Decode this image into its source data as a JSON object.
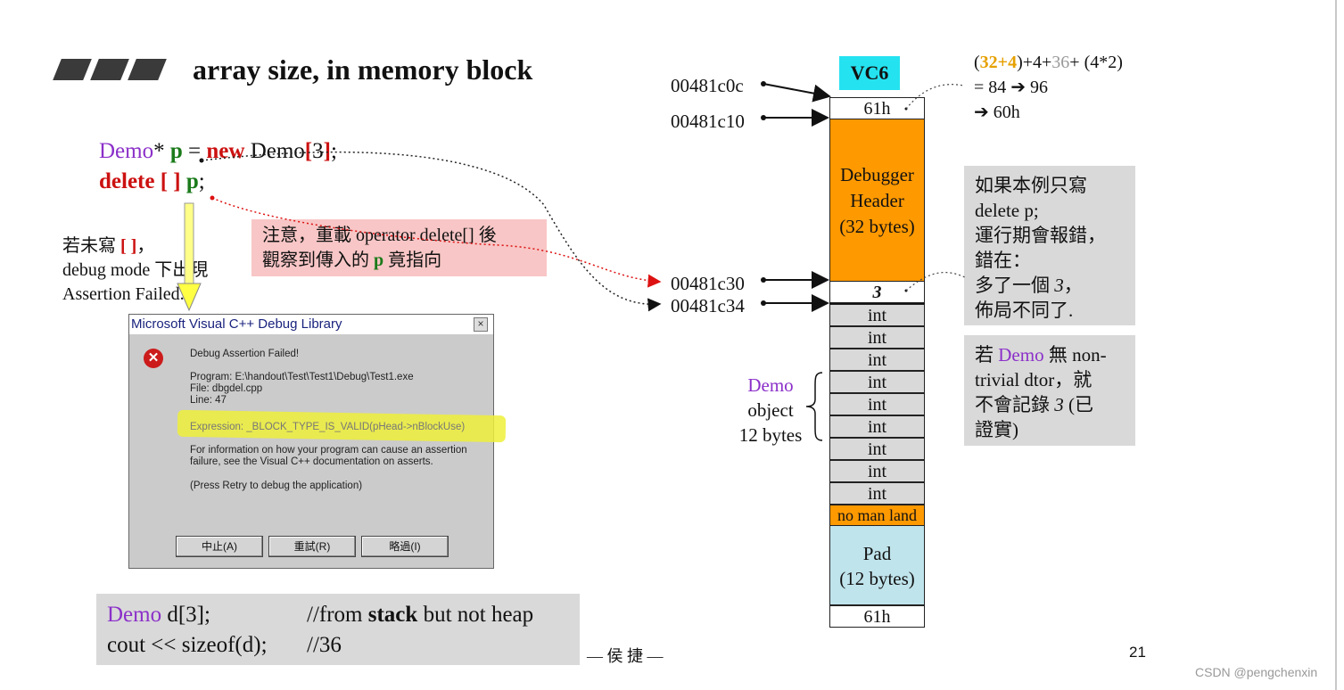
{
  "title": "array size, in memory block",
  "code": {
    "line1_type": "Demo",
    "line1_ptr": "* ",
    "line1_var": "p",
    "line1_eq": " = ",
    "line1_new": "new",
    "line1_cls": " Demo",
    "line1_lb": "[",
    "line1_num": "3",
    "line1_rb": "]",
    "line1_end": ";",
    "line2_del": "delete [ ]",
    "line2_var": " p",
    "line2_end": ";"
  },
  "note_left": {
    "l1_a": "若未寫 ",
    "l1_br": "[ ]",
    "l1_b": "，",
    "l2": "debug mode 下出現",
    "l3": "Assertion Failed."
  },
  "pink_note": {
    "l1": "注意，重載 operator delete[] 後",
    "l2_a": "觀察到傳入的 ",
    "l2_p": "p",
    "l2_b": " 竟指向"
  },
  "dialog": {
    "title": "Microsoft Visual C++ Debug Library",
    "close": "×",
    "icon": "error-icon",
    "heading": "Debug Assertion Failed!",
    "program": "Program: E:\\handout\\Test\\Test1\\Debug\\Test1.exe",
    "file": "File: dbgdel.cpp",
    "line": "Line: 47",
    "expression": "Expression: _BLOCK_TYPE_IS_VALID(pHead->nBlockUse)",
    "info1": "For information on how your program can cause an assertion",
    "info2": "failure, see the Visual C++ documentation on asserts.",
    "retry": "(Press Retry to debug the application)",
    "btn_abort": "中止(A)",
    "btn_retry": "重試(R)",
    "btn_ignore": "略過(I)"
  },
  "stack_box": {
    "l1_type": "Demo",
    "l1_rest": " d[3];",
    "l1_comment_a": "//from ",
    "l1_comment_b": "stack",
    "l1_comment_c": " but not heap",
    "l2": "cout << sizeof(d);",
    "l2_comment": "//36"
  },
  "footer": "— 侯 捷 —",
  "page_number": "21",
  "watermark": "CSDN @pengchenxin",
  "memory": {
    "compiler": "VC6",
    "addresses": [
      "00481c0c",
      "00481c10",
      "00481c30",
      "00481c34"
    ],
    "top_cookie": "61h",
    "debugger_header_l1": "Debugger",
    "debugger_header_l2": "Header",
    "debugger_header_l3": "(32 bytes)",
    "count_cell": "3",
    "int_cells": [
      "int",
      "int",
      "int",
      "int",
      "int",
      "int",
      "int",
      "int",
      "int"
    ],
    "no_man_land": "no man land",
    "pad_l1": "Pad",
    "pad_l2": "(12 bytes)",
    "bottom_cookie": "61h",
    "demo_label_l1": "Demo",
    "demo_label_l2": "object",
    "demo_label_l3": "12 bytes",
    "colors": {
      "header": "#ff9900",
      "pad": "#c0e4ec",
      "vc6": "#25e2f0"
    }
  },
  "formula": {
    "l1_a": "(",
    "l1_32": "32",
    "l1_plus": "+",
    "l1_4": "4",
    "l1_b": ")+4+",
    "l1_36": "36",
    "l1_c": "+ (4*2)",
    "l2": "= 84 ➔ 96",
    "l3": "➔ 60h"
  },
  "right_note1": {
    "l1": "如果本例只寫",
    "l2": "delete p;",
    "l3": "運行期會報錯，",
    "l4": "錯在：",
    "l5_a": "多了一個 ",
    "l5_b": "3",
    "l5_c": "，",
    "l6": "佈局不同了."
  },
  "right_note2": {
    "l1_a": "若 ",
    "l1_demo": "Demo",
    "l1_b": " 無 non-",
    "l2": "trivial dtor，就",
    "l3_a": "不會記錄 ",
    "l3_b": "3",
    "l3_c": " (已",
    "l4": "證實)"
  }
}
